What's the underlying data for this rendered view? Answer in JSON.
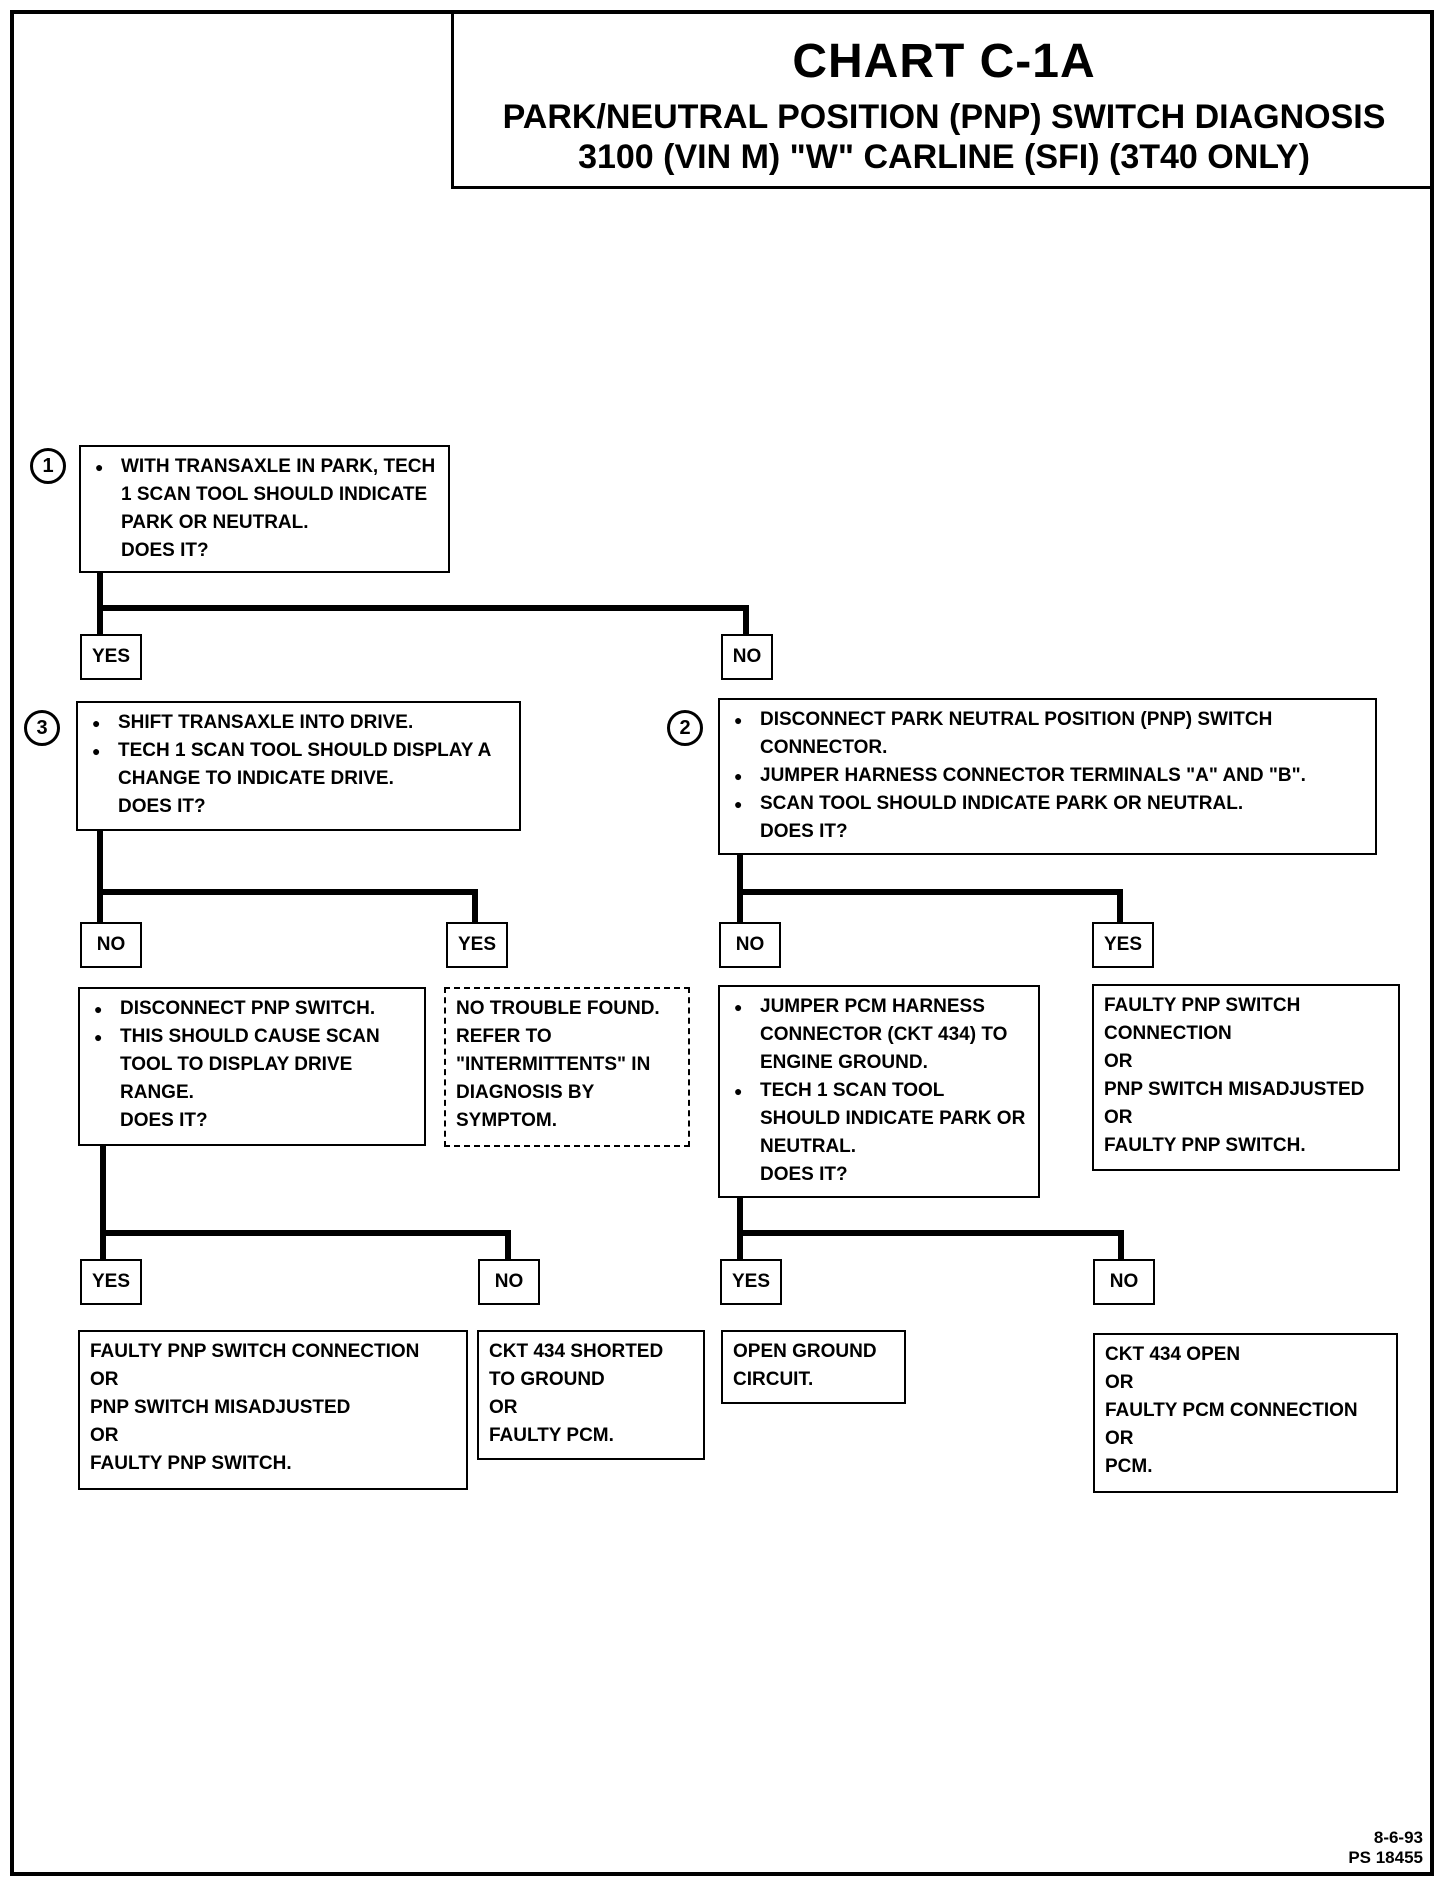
{
  "header": {
    "title": "CHART C-1A",
    "subtitle_line1": "PARK/NEUTRAL POSITION (PNP) SWITCH DIAGNOSIS",
    "subtitle_line2": "3100  (VIN M)  \"W\"  CARLINE  (SFI)  (3T40 ONLY)"
  },
  "steps": {
    "s1": "1",
    "s2": "2",
    "s3": "3"
  },
  "nodes": {
    "step1": {
      "bullet": "WITH TRANSAXLE IN PARK, TECH 1 SCAN TOOL SHOULD INDICATE PARK OR NEUTRAL.",
      "question": "DOES IT?"
    },
    "step3": {
      "bullet1": "SHIFT TRANSAXLE INTO DRIVE.",
      "bullet2": "TECH 1 SCAN TOOL SHOULD DISPLAY A CHANGE TO INDICATE DRIVE.",
      "question": "DOES IT?"
    },
    "step2": {
      "bullet1": "DISCONNECT PARK NEUTRAL POSITION (PNP) SWITCH CONNECTOR.",
      "bullet2": "JUMPER HARNESS CONNECTOR TERMINALS \"A\" AND \"B\".",
      "bullet3": "SCAN TOOL SHOULD INDICATE PARK OR NEUTRAL.",
      "question": "DOES IT?"
    },
    "disconnect_pnp": {
      "bullet1": "DISCONNECT PNP SWITCH.",
      "bullet2": "THIS SHOULD CAUSE SCAN TOOL TO DISPLAY DRIVE RANGE.",
      "question": "DOES IT?"
    },
    "no_trouble": {
      "l1": "NO TROUBLE FOUND.",
      "l2": "REFER TO",
      "l3": "\"INTERMITTENTS\" IN",
      "l4": "DIAGNOSIS BY",
      "l5": "SYMPTOM."
    },
    "jumper_pcm": {
      "bullet1": "JUMPER PCM HARNESS CONNECTOR (CKT 434) TO ENGINE GROUND.",
      "bullet2": "TECH 1 SCAN TOOL SHOULD INDICATE PARK OR NEUTRAL.",
      "question": "DOES IT?"
    },
    "faulty_pnp_right": {
      "l1": "FAULTY PNP SWITCH",
      "l2": "CONNECTION",
      "l3": "OR",
      "l4": "PNP SWITCH MISADJUSTED",
      "l5": "OR",
      "l6": "FAULTY PNP SWITCH."
    },
    "faulty_pnp_left": {
      "l1": "FAULTY PNP SWITCH CONNECTION",
      "l2": "OR",
      "l3": "PNP SWITCH MISADJUSTED",
      "l4": "OR",
      "l5": "FAULTY PNP SWITCH."
    },
    "ckt434_shorted": {
      "l1": "CKT 434 SHORTED",
      "l2": "TO GROUND",
      "l3": "OR",
      "l4": "FAULTY PCM."
    },
    "open_ground": {
      "l1": "OPEN GROUND",
      "l2": "CIRCUIT."
    },
    "ckt434_open": {
      "l1": "CKT 434 OPEN",
      "l2": "OR",
      "l3": "FAULTY PCM CONNECTION",
      "l4": "OR",
      "l5": "PCM."
    }
  },
  "labels": {
    "yes": "YES",
    "no": "NO"
  },
  "footer": {
    "date": "8-6-93",
    "code": "PS 18455"
  }
}
